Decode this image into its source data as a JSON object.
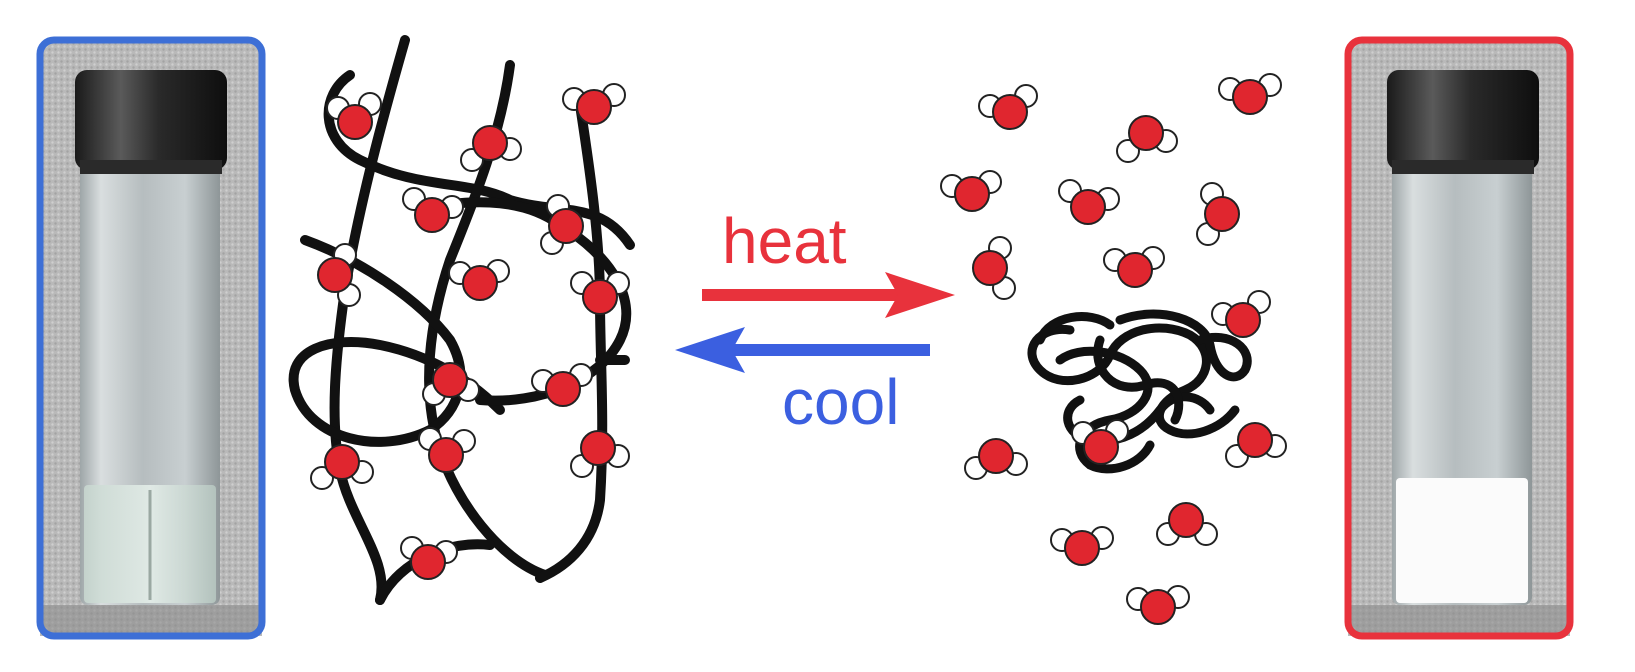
{
  "labels": {
    "forward": "heat",
    "reverse": "cool"
  },
  "colors": {
    "cold_frame": "#3d6fd6",
    "hot_frame": "#e8323c",
    "heat": "#e8323c",
    "cool": "#3b5fe0",
    "oxygen": "#e0262f",
    "hydrogen": "#ffffff",
    "polymer": "#111111",
    "background": "#ffffff"
  },
  "panels": {
    "left_vial": {
      "state": "clear solution"
    },
    "right_vial": {
      "state": "opaque white solution"
    }
  }
}
